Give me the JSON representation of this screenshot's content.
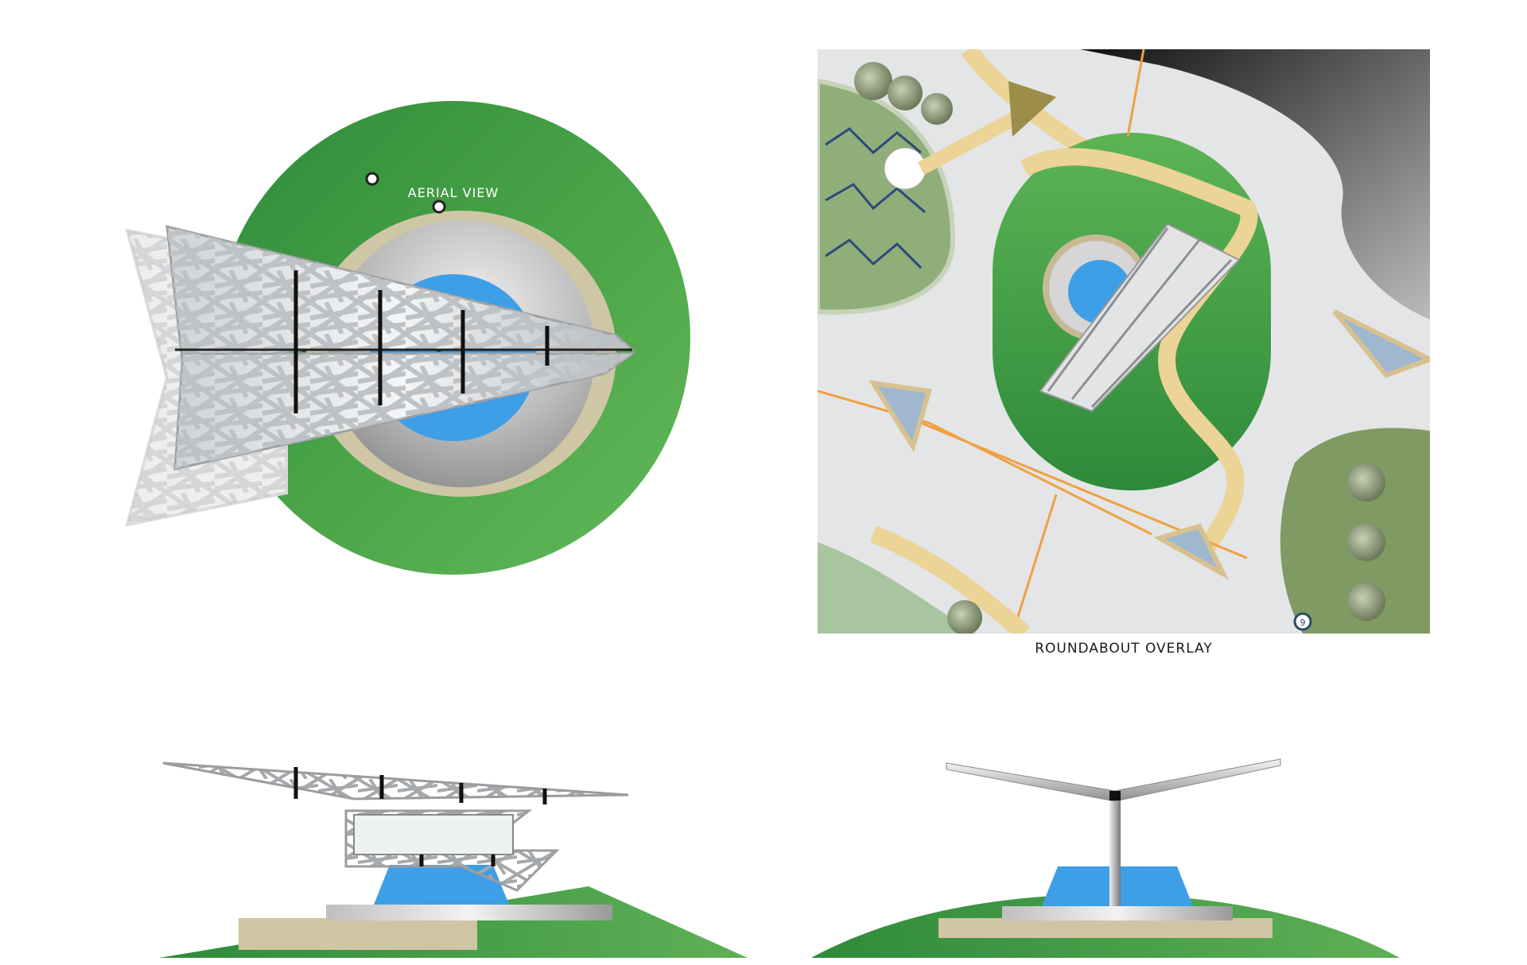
{
  "labels": {
    "aerial_view": "AERIAL VIEW",
    "roundabout_overlay": "ROUNDABOUT OVERLAY",
    "map_marker": "9"
  },
  "colors": {
    "lawn_light": "#5fb056",
    "lawn_dark": "#2e8a3a",
    "plaza": "#d8d2bc",
    "water": "#4aa6e6",
    "steel": "#c6c9cc",
    "road": "#e2e3e4",
    "path": "#ecd396",
    "orange_line": "#f0a040",
    "dark_area": "#2b2b2b"
  }
}
